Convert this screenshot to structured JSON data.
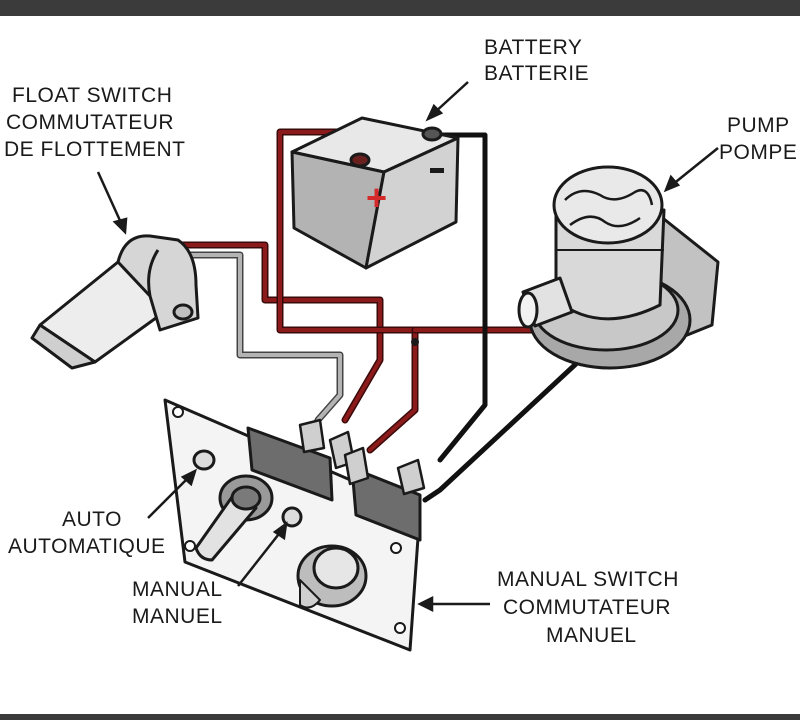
{
  "labels": {
    "battery": {
      "line1": "BATTERY",
      "line2": "BATTERIE"
    },
    "float_switch": {
      "line1": "FLOAT SWITCH",
      "line2": "COMMUTATEUR",
      "line3": "DE FLOTTEMENT"
    },
    "pump": {
      "line1": "PUMP",
      "line2": "POMPE"
    },
    "auto": {
      "line1": "AUTO",
      "line2": "AUTOMATIQUE"
    },
    "manual": {
      "line1": "MANUAL",
      "line2": "MANUEL"
    },
    "manual_switch": {
      "line1": "MANUAL SWITCH",
      "line2": "COMMUTATEUR",
      "line3": "MANUEL"
    }
  },
  "colors": {
    "wire_red": "#8b1a1a",
    "wire_black": "#1a1a1a",
    "wire_gray": "#9a9a9a",
    "plus_red": "#d42a2a",
    "body_gray": "#c8c8c8"
  }
}
